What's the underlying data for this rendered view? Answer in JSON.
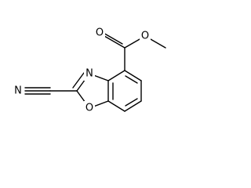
{
  "diagram": {
    "type": "chemical-structure",
    "atoms": {
      "n_nitrile": "N",
      "n_ring": "N",
      "o_ring": "O",
      "o_carbonyl": "O",
      "o_ester": "O"
    }
  }
}
